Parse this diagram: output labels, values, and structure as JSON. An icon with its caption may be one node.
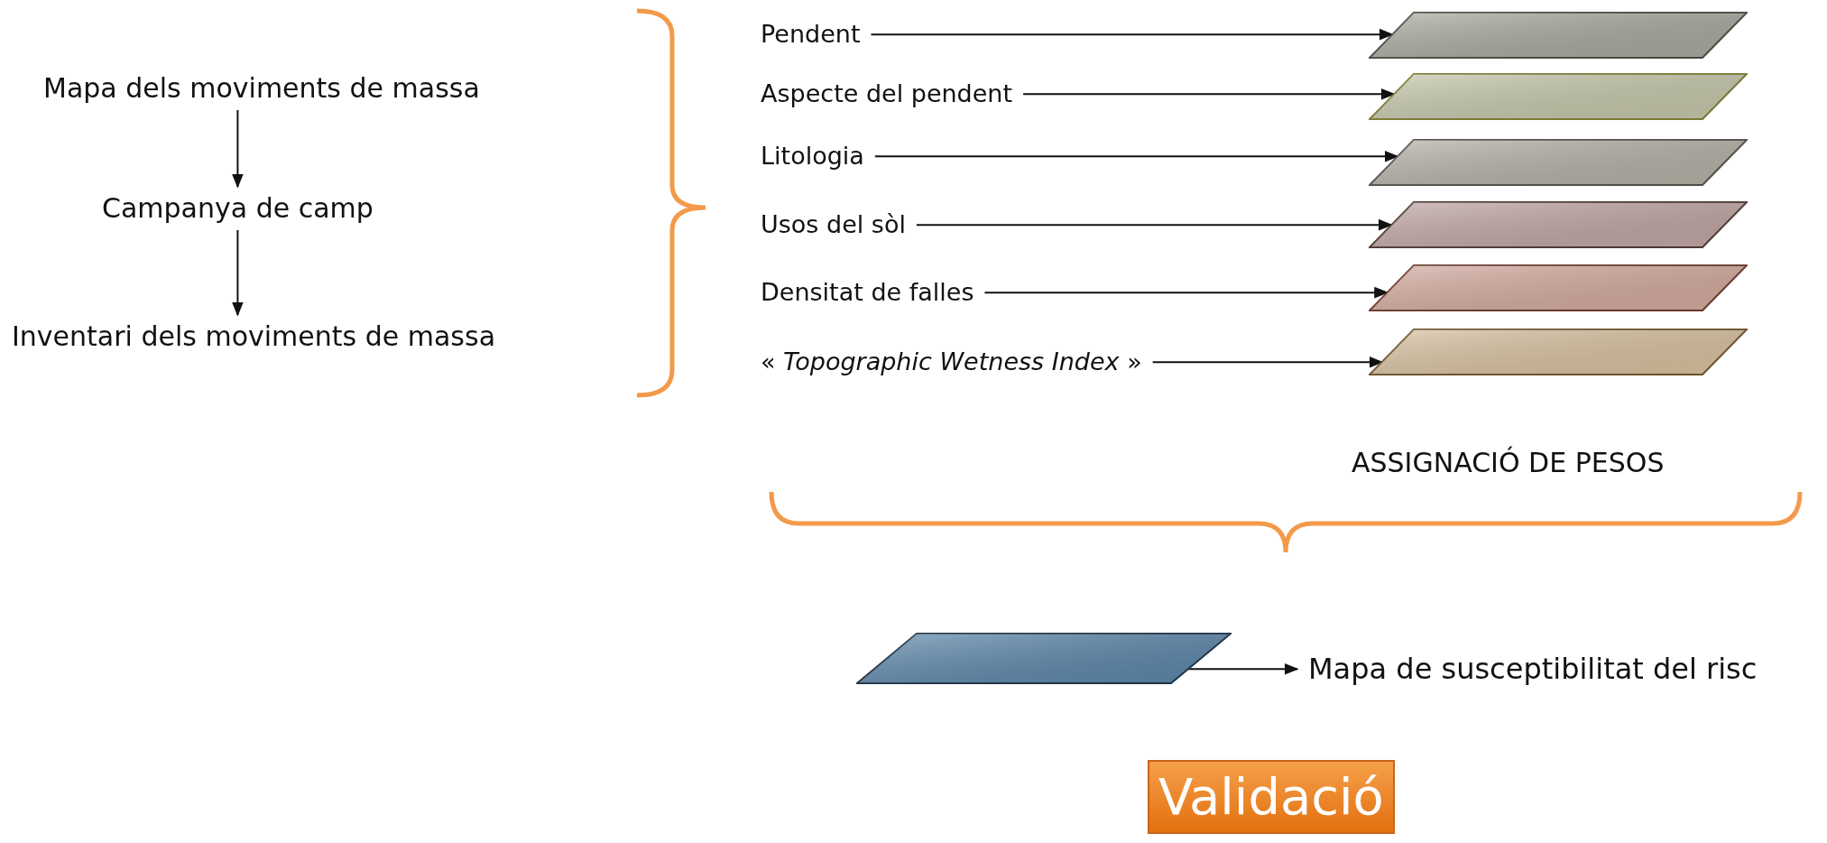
{
  "diagram": {
    "nodes": [
      {
        "text": [
          "Mapa dels moviments de massa"
        ]
      },
      {
        "text": [
          "Campanya de camp"
        ]
      },
      {
        "text": [
          "Inventari dels moviments de massa"
        ]
      },
      {
        "text": [
          "Pendent"
        ]
      },
      {
        "text": [
          "Aspecte del pendent"
        ]
      },
      {
        "text": [
          "Litologia"
        ]
      },
      {
        "text": [
          "Usos del sòl"
        ]
      },
      {
        "text": [
          "Densitat de falles"
        ]
      },
      {
        "text": [
          "« *Topographic Wetness Index* »"
        ]
      },
      {
        "text": [],
        "shape": "parallelogram"
      },
      {
        "text": [],
        "shape": "parallelogram"
      },
      {
        "text": [],
        "shape": "parallelogram"
      },
      {
        "text": [],
        "shape": "parallelogram"
      },
      {
        "text": [],
        "shape": "parallelogram"
      },
      {
        "text": [],
        "shape": "parallelogram"
      },
      {
        "text": [],
        "shape": "parallelogram"
      },
      {
        "text": [
          "Mapa de susceptibilitat del risc"
        ]
      },
      {
        "text": [
          "Validació"
        ]
      }
    ],
    "edges": [
      {
        "from": 0,
        "to": 1,
        "arrow": "to"
      },
      {
        "from": 1,
        "to": 2,
        "arrow": "to"
      },
      {
        "from": 3,
        "to": 9,
        "arrow": "to"
      },
      {
        "from": 4,
        "to": 10,
        "arrow": "to"
      },
      {
        "from": 5,
        "to": 11,
        "arrow": "to"
      },
      {
        "from": 6,
        "to": 12,
        "arrow": "to"
      },
      {
        "from": 7,
        "to": 13,
        "arrow": "to"
      },
      {
        "from": 8,
        "to": 14,
        "arrow": "to"
      },
      {
        "from": 15,
        "to": 16,
        "arrow": "to"
      }
    ],
    "labels": [
      "ASSIGNACIÓ DE PESOS"
    ]
  }
}
